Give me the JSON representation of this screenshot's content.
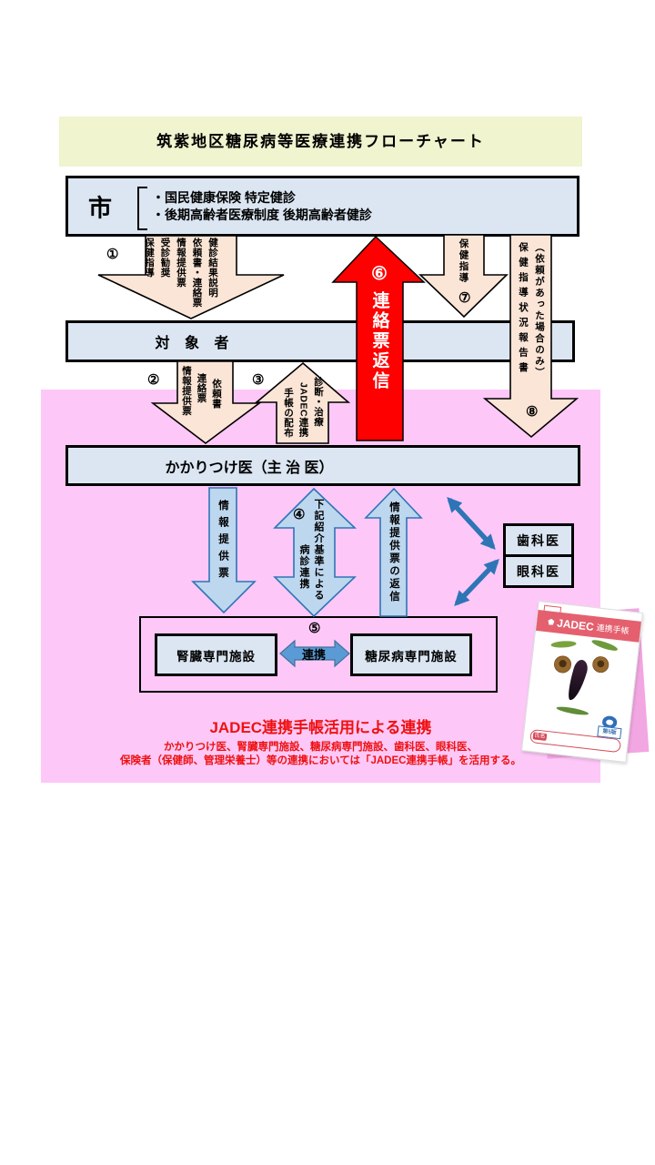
{
  "title": "筑紫地区糖尿病等医療連携フローチャート",
  "city": {
    "label": "市",
    "items": [
      "・国民健康保険 特定健診",
      "・後期高齢者医療制度 後期高齢者健診"
    ]
  },
  "subject_label": "対 象 者",
  "doctor_label": "かかりつけ医（主 治 医）",
  "arrows": {
    "a1": {
      "num": "①",
      "cols": [
        "健診結果説明",
        "依頼書・連絡票",
        "情報提供票",
        "受診勧奨",
        "保健指導"
      ]
    },
    "a2": {
      "num": "②",
      "cols": [
        "依頼書",
        "連絡票",
        "情報提供票"
      ]
    },
    "a3": {
      "num": "③",
      "cols": [
        "診断・治療",
        "JADEC連携",
        "手帳の配布"
      ]
    },
    "a6": {
      "num": "⑥",
      "label": "連絡票返信"
    },
    "a7": {
      "num": "⑦",
      "label": "保健指導"
    },
    "a8": {
      "num": "⑧",
      "cols": [
        "（依頼があった場合のみ）",
        "保健指導状況報告書"
      ]
    },
    "b1": {
      "label": "情報提供票"
    },
    "b2": {
      "num": "④",
      "cols": [
        "下記紹介基準による",
        "病診連携"
      ]
    },
    "b3": {
      "label": "情報提供票の返信"
    },
    "link": {
      "num": "⑤",
      "label": "連携"
    }
  },
  "side_boxes": [
    "歯科医",
    "眼科医"
  ],
  "facilities": [
    "腎臓専門施設",
    "糖尿病専門施設"
  ],
  "booklet": {
    "brand": "JADEC",
    "suffix": "連携手帳",
    "edition": "第5版",
    "name_label": "氏名"
  },
  "footnote": {
    "title": "JADEC連携手帳活用による連携",
    "line1": "かかりつけ医、腎臓専門施設、糖尿病専門施設、歯科医、眼科医、",
    "line2": "保険者（保健師、管理栄養士）等の連携においては「JADEC連携手帳」を活用する。"
  },
  "colors": {
    "title_bg": "#f0f4cf",
    "box_fill": "#dbe6f2",
    "arrow_beige": "#fbe5d6",
    "arrow_red": "#ff0000",
    "pink_bg": "#fdc8f8",
    "arrow_blue_fill": "#bdd7ee",
    "arrow_blue_stroke": "#2e75b6",
    "link_blue": "#5b9bd5",
    "booklet_band": "#e4606e",
    "footnote_red": "#ee1111"
  }
}
